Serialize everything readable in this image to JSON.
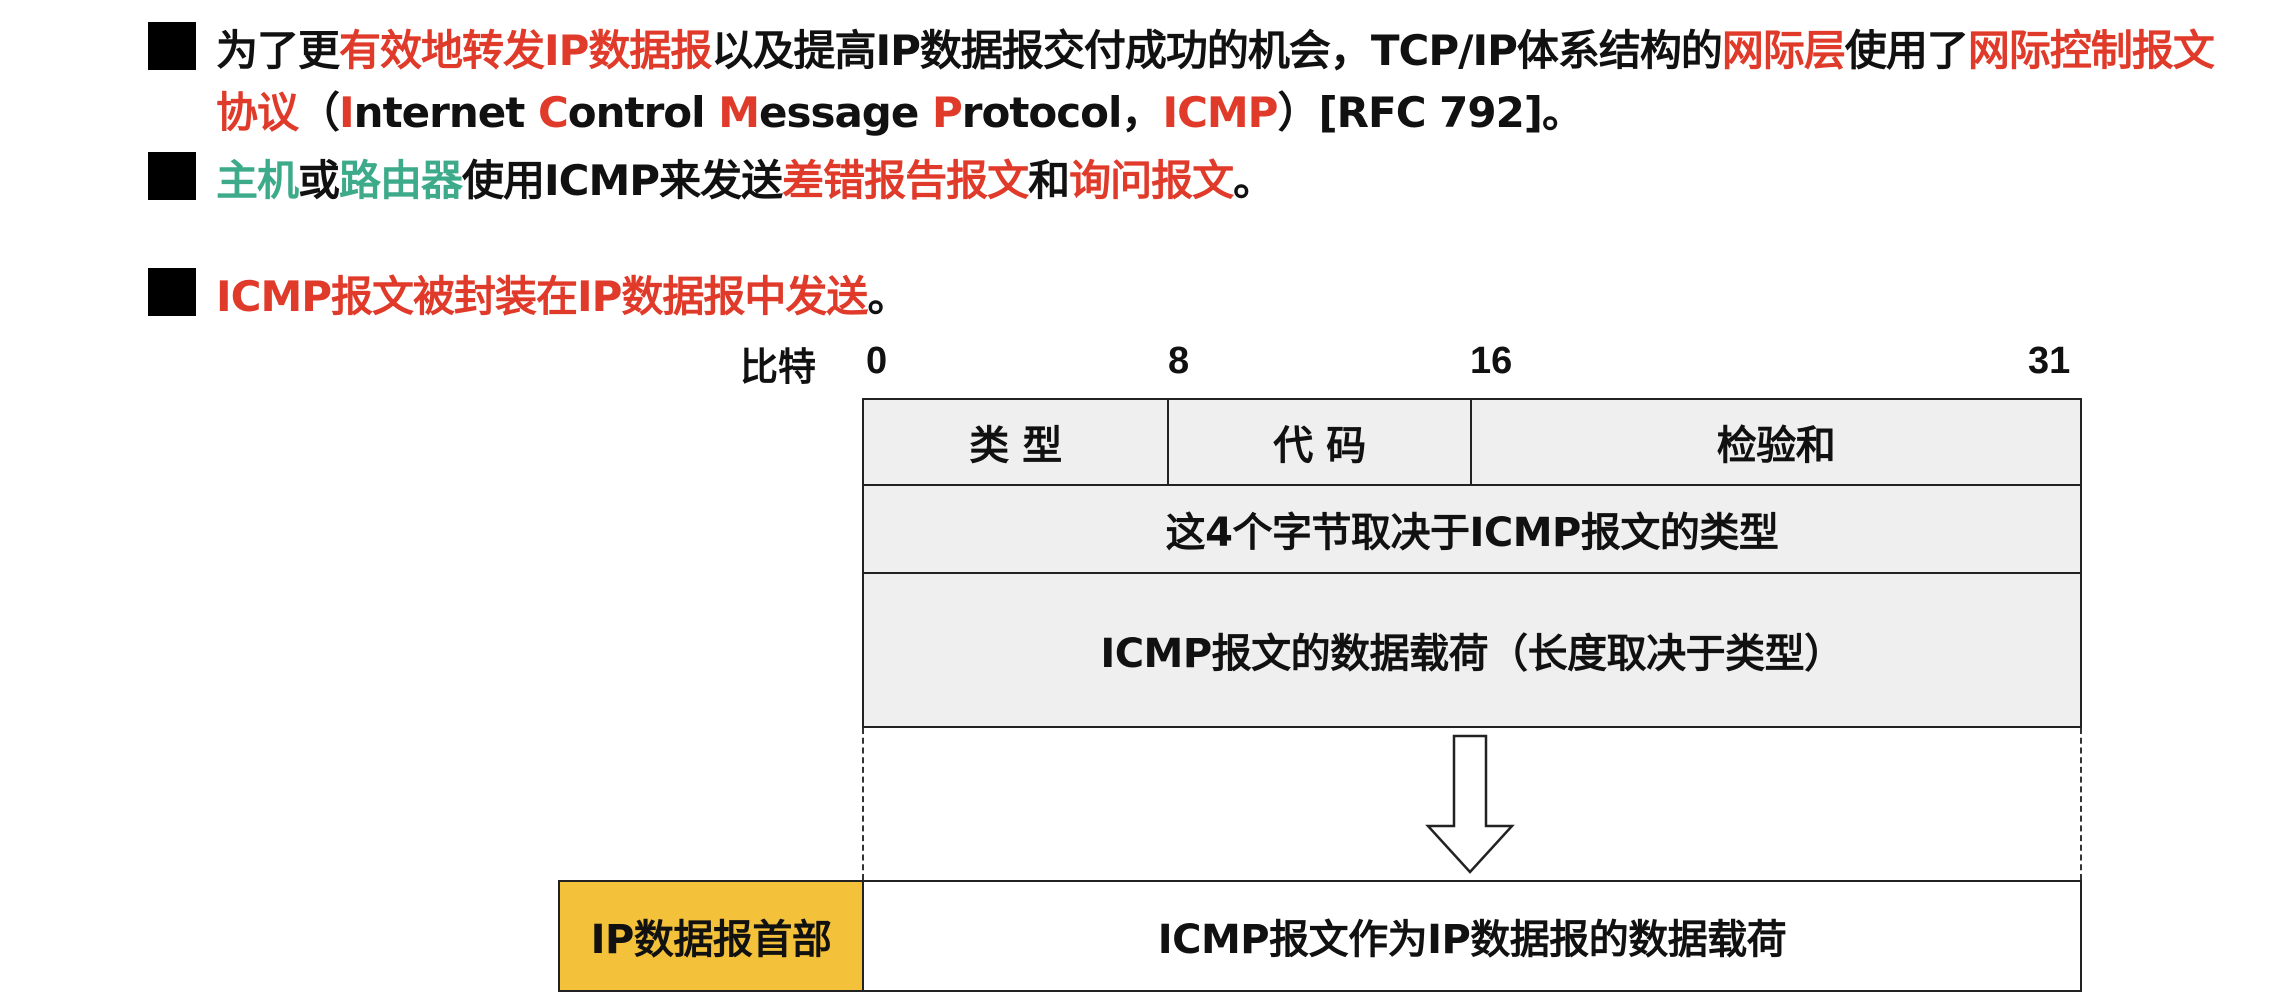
{
  "bullets": [
    {
      "segments": [
        {
          "text": "为了更",
          "color": "black"
        },
        {
          "text": "有效地转发IP数据报",
          "color": "red"
        },
        {
          "text": "以及提高IP数据报交付成功的机会，TCP/IP体系结构的",
          "color": "black"
        },
        {
          "text": "网际层",
          "color": "red"
        },
        {
          "text": "使用了",
          "color": "black"
        },
        {
          "text": "网际控制报文协议",
          "color": "red"
        },
        {
          "text": "（",
          "color": "black"
        },
        {
          "text": "I",
          "color": "red"
        },
        {
          "text": "nternet ",
          "color": "black"
        },
        {
          "text": "C",
          "color": "red"
        },
        {
          "text": "ontrol ",
          "color": "black"
        },
        {
          "text": "M",
          "color": "red"
        },
        {
          "text": "essage ",
          "color": "black"
        },
        {
          "text": "P",
          "color": "red"
        },
        {
          "text": "rotocol，",
          "color": "black"
        },
        {
          "text": "ICMP",
          "color": "red"
        },
        {
          "text": "）[RFC 792]。",
          "color": "black"
        }
      ]
    },
    {
      "segments": [
        {
          "text": "主机",
          "color": "green"
        },
        {
          "text": "或",
          "color": "black"
        },
        {
          "text": "路由器",
          "color": "green"
        },
        {
          "text": "使用ICMP来发送",
          "color": "black"
        },
        {
          "text": "差错报告报文",
          "color": "red"
        },
        {
          "text": "和",
          "color": "black"
        },
        {
          "text": "询问报文",
          "color": "red"
        },
        {
          "text": "。",
          "color": "black"
        }
      ]
    },
    {
      "segments": [
        {
          "text": "ICMP报文被封装在IP数据报中发送",
          "color": "red"
        },
        {
          "text": "。",
          "color": "black"
        }
      ]
    }
  ],
  "diagram": {
    "bit_label": "比特",
    "bit_positions": [
      "0",
      "8",
      "16",
      "31"
    ],
    "fields": {
      "type": "类 型",
      "code": "代 码",
      "checksum": "检验和",
      "row2": "这4个字节取决于ICMP报文的类型",
      "payload": "ICMP报文的数据载荷（长度取决于类型）"
    },
    "ip_header": "IP数据报首部",
    "ip_payload": "ICMP报文作为IP数据报的数据载荷"
  },
  "colors": {
    "red": "#e03a2a",
    "green": "#3daa8a",
    "black": "#111111",
    "cell_fill": "#efefef",
    "ip_header_fill": "#f3c13a"
  }
}
